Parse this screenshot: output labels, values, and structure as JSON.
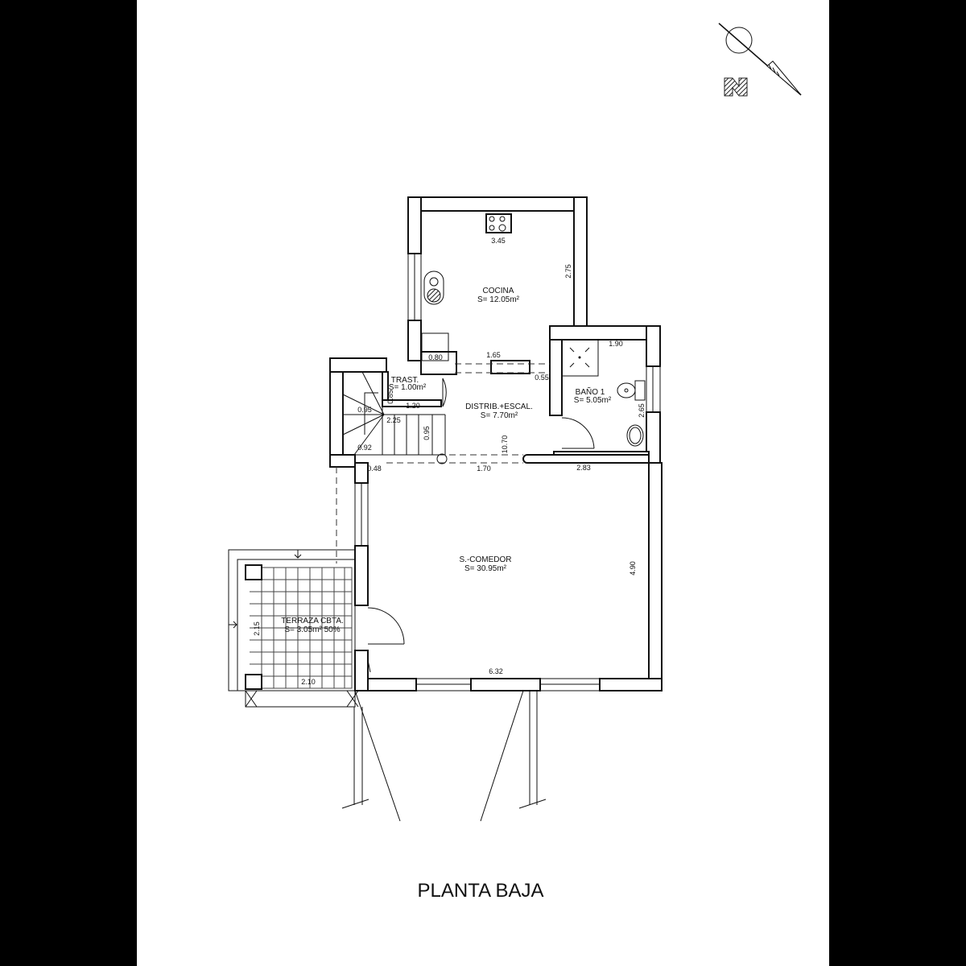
{
  "title": "PLANTA BAJA",
  "north_symbol": "north-arrow",
  "rooms": [
    {
      "name": "COCINA",
      "area": "S= 12.05m²"
    },
    {
      "name": "TRAST.",
      "area": "S= 1.00m²"
    },
    {
      "name": "DISTRIB.+ESCAL.",
      "area": "S= 7.70m²"
    },
    {
      "name": "BAÑO 1",
      "area": "S= 5.05m²"
    },
    {
      "name": "S.-COMEDOR",
      "area": "S= 30.95m²"
    },
    {
      "name": "TERRAZA CBTA.",
      "area": "S= 3.05m² 50%"
    }
  ],
  "dimensions": {
    "cocina_width": "3.45",
    "cocina_depth": "2.75",
    "counter": "0.80",
    "passage": "1.65",
    "wall_055": "0.55",
    "bano_width": "1.90",
    "bano_depth": "2.65",
    "trast_height": "0.85",
    "trast_width": "1.20",
    "stair_095a": "0.95",
    "stair_225": "2.25",
    "stair_095b": "0.95",
    "stair_092": "0.92",
    "hall_1070": "10.70",
    "step_048": "0.48",
    "opening_170": "1.70",
    "wall_283": "2.83",
    "comedor_depth": "4.90",
    "comedor_width": "6.32",
    "terraza_depth": "2.15",
    "terraza_width": "2.10"
  }
}
